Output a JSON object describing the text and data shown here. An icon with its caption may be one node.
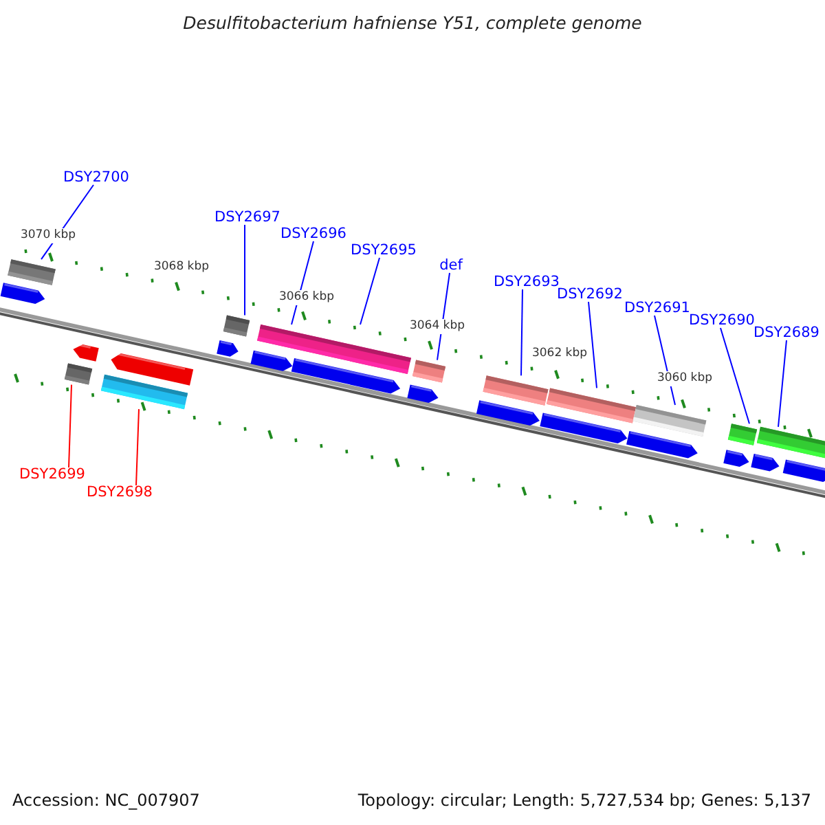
{
  "diagram": {
    "title": "Desulfitobacterium hafniense Y51, complete genome",
    "nodes": [
      {
        "text": [
          "DSY2700"
        ]
      },
      {
        "text": [
          "DSY2697"
        ]
      },
      {
        "text": [
          "DSY2696"
        ]
      },
      {
        "text": [
          "DSY2695"
        ]
      },
      {
        "text": [
          "def"
        ]
      },
      {
        "text": [
          "DSY2693"
        ]
      },
      {
        "text": [
          "DSY2692"
        ]
      },
      {
        "text": [
          "DSY2691"
        ]
      },
      {
        "text": [
          "DSY2690"
        ]
      },
      {
        "text": [
          "DSY2689"
        ]
      },
      {
        "text": [
          "DSY2699"
        ]
      },
      {
        "text": [
          "DSY2698"
        ]
      },
      {
        "text": [],
        "shape": "bar"
      },
      {
        "text": [],
        "shape": "bar"
      },
      {
        "text": [],
        "shape": "bar"
      },
      {
        "text": [],
        "shape": "bar"
      },
      {
        "text": [],
        "shape": "bar"
      },
      {
        "text": [],
        "shape": "bar"
      },
      {
        "text": [],
        "shape": "bar"
      },
      {
        "text": [],
        "shape": "bar"
      },
      {
        "text": [],
        "shape": "bar"
      },
      {
        "text": [],
        "shape": "bar"
      },
      {
        "text": [],
        "shape": "bar"
      }
    ],
    "edges": [
      {
        "from": 0,
        "to": 12,
        "arrow": "none"
      },
      {
        "from": 1,
        "to": 13,
        "arrow": "none"
      },
      {
        "from": 2,
        "to": 14,
        "arrow": "none"
      },
      {
        "from": 3,
        "to": 14,
        "arrow": "none"
      },
      {
        "from": 4,
        "to": 15,
        "arrow": "none"
      },
      {
        "from": 5,
        "to": 16,
        "arrow": "none"
      },
      {
        "from": 6,
        "to": 17,
        "arrow": "none"
      },
      {
        "from": 7,
        "to": 18,
        "arrow": "none"
      },
      {
        "from": 8,
        "to": 19,
        "arrow": "none"
      },
      {
        "from": 9,
        "to": 20,
        "arrow": "none"
      },
      {
        "from": 10,
        "to": 21,
        "arrow": "none",
        "color": "#ff0000"
      },
      {
        "from": 11,
        "to": 22,
        "arrow": "none",
        "color": "#ff0000"
      }
    ],
    "labels": [
      "3070 kbp",
      "3068 kbp",
      "3066 kbp",
      "3064 kbp",
      "3062 kbp",
      "3060 kbp",
      "Accession: NC_007907",
      "Topology: circular; Length: 5,727,534 bp; Genes: 5,137"
    ]
  }
}
